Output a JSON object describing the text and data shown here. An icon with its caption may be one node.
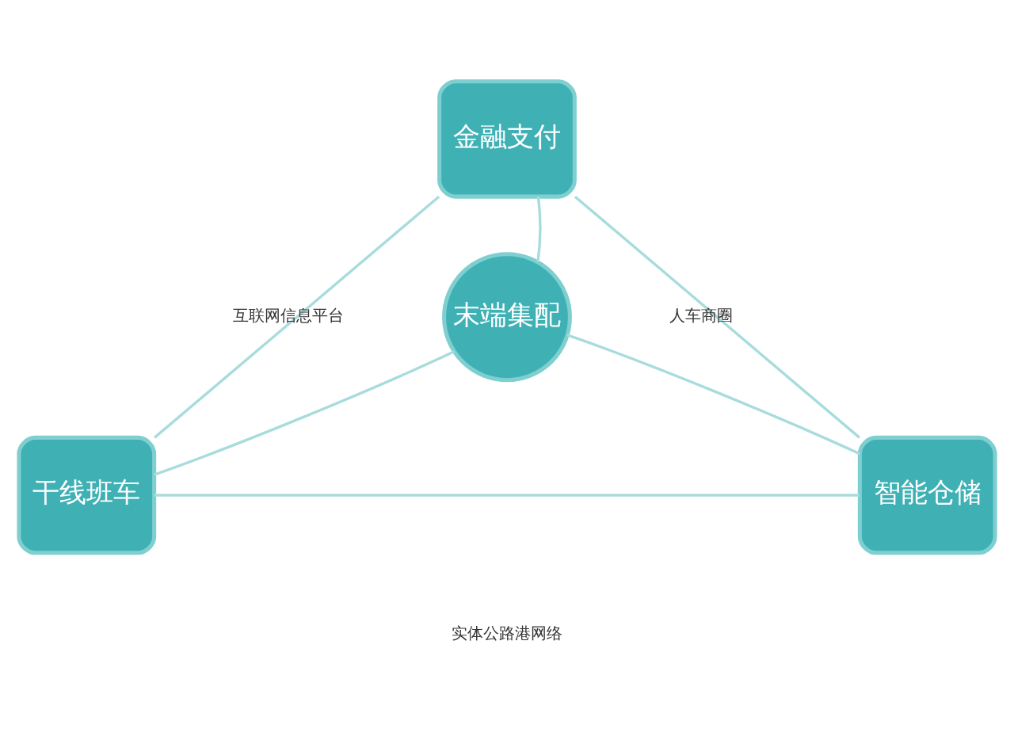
{
  "diagram": {
    "nodes": [
      {
        "text": [
          "金融支付"
        ]
      },
      {
        "text": [
          "末端集配"
        ]
      },
      {
        "text": [
          "干线班车"
        ]
      },
      {
        "text": [
          "智能仓储"
        ]
      }
    ],
    "edges": [
      {
        "from": 1,
        "to": 0,
        "arrow": "none"
      },
      {
        "from": 1,
        "to": 2,
        "arrow": "none"
      },
      {
        "from": 1,
        "to": 3,
        "arrow": "none"
      },
      {
        "from": 0,
        "to": 2,
        "arrow": "none"
      },
      {
        "from": 0,
        "to": 3,
        "arrow": "none"
      },
      {
        "from": 2,
        "to": 3,
        "arrow": "none"
      }
    ],
    "labels": [
      "互联网信息平台",
      "人车商圈",
      "实体公路港网络"
    ]
  }
}
